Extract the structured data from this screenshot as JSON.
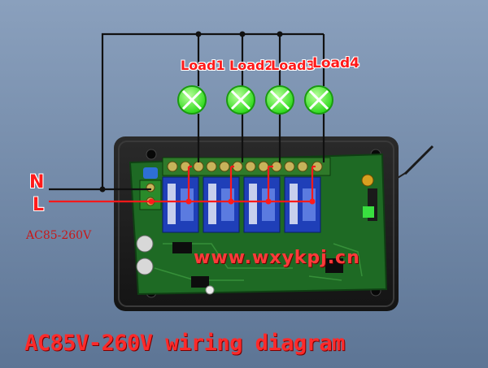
{
  "loads": [
    "Load1",
    "Load2",
    "Load3",
    "Load4"
  ],
  "terminals": {
    "neutral": "N",
    "live": "L"
  },
  "voltage_range": "AC85-260V",
  "watermark": "www.wxykpj.cn",
  "caption": "AC85V-260V wiring diagram",
  "colors": {
    "neutral_wire": "#111111",
    "live_wire": "#ff1a1a",
    "lamp": "#2ee81c",
    "board": "#1e6a24",
    "relay": "#1f3fb8",
    "background": "#6f86a6"
  }
}
